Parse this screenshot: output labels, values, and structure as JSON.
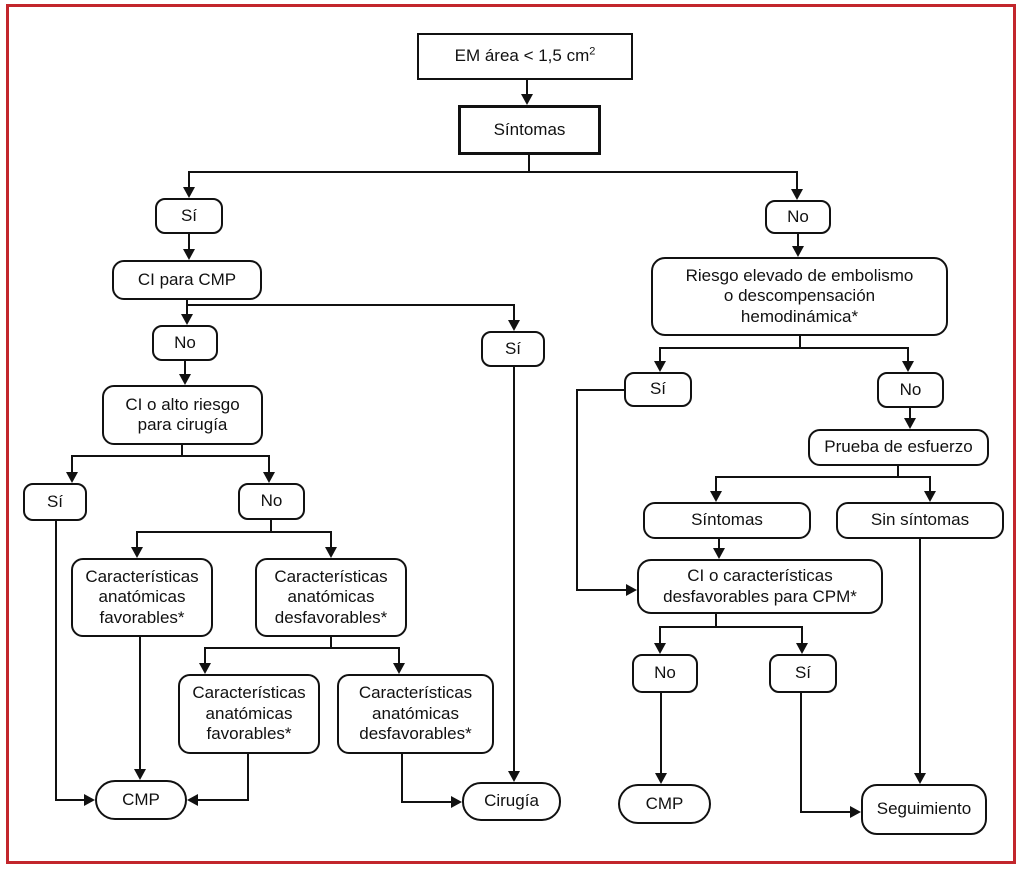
{
  "figure": {
    "border_color": "#c2262c",
    "background": "#ffffff",
    "line_color": "#111111"
  },
  "flowchart": {
    "nodes": {
      "em_area": {
        "label": "EM área < 1,5 cm",
        "sup": "2"
      },
      "sintomas_top": {
        "label": "Síntomas"
      },
      "si_l1": {
        "label": "Sí"
      },
      "ci_para_cmp": {
        "label": "CI para CMP"
      },
      "no_l1": {
        "label": "No"
      },
      "ci_alto": {
        "lines": [
          "CI o alto riesgo",
          "para cirugía"
        ]
      },
      "si_l2": {
        "label": "Sí"
      },
      "no_l2": {
        "label": "No"
      },
      "fav1": {
        "lines": [
          "Características",
          "anatómicas",
          "favorables*"
        ]
      },
      "desfav1": {
        "lines": [
          "Características",
          "anatómicas",
          "desfavorables*"
        ]
      },
      "fav2": {
        "lines": [
          "Características",
          "anatómicas",
          "favorables*"
        ]
      },
      "desfav2": {
        "lines": [
          "Características",
          "anatómicas",
          "desfavorables*"
        ]
      },
      "cmp1": {
        "label": "CMP"
      },
      "cirugia": {
        "label": "Cirugía"
      },
      "si_mid": {
        "label": "Sí"
      },
      "no_r1": {
        "label": "No"
      },
      "riesgo": {
        "lines": [
          "Riesgo elevado de embolismo",
          "o descompensación",
          "hemodinámica*"
        ]
      },
      "si_r1": {
        "label": "Sí"
      },
      "no_r2": {
        "label": "No"
      },
      "prueba": {
        "label": "Prueba de esfuerzo"
      },
      "sintomas_r": {
        "label": "Síntomas"
      },
      "sin_sintomas": {
        "label": "Sin síntomas"
      },
      "cpm_box": {
        "lines": [
          "CI o características",
          "desfavorables para CPM*"
        ]
      },
      "no_r3": {
        "label": "No"
      },
      "si_r2": {
        "label": "Sí"
      },
      "cmp2": {
        "label": "CMP"
      },
      "seguimiento": {
        "label": "Seguimiento"
      }
    },
    "edges": [
      {
        "from": "em_area",
        "to": "sintomas_top"
      },
      {
        "from": "sintomas_top",
        "to": "si_l1"
      },
      {
        "from": "sintomas_top",
        "to": "no_r1"
      },
      {
        "from": "si_l1",
        "to": "ci_para_cmp"
      },
      {
        "from": "ci_para_cmp",
        "to": "no_l1"
      },
      {
        "from": "ci_para_cmp",
        "to": "si_mid"
      },
      {
        "from": "no_l1",
        "to": "ci_alto"
      },
      {
        "from": "ci_alto",
        "to": "si_l2"
      },
      {
        "from": "ci_alto",
        "to": "no_l2"
      },
      {
        "from": "si_l2",
        "to": "cmp1"
      },
      {
        "from": "no_l2",
        "to": "fav1"
      },
      {
        "from": "no_l2",
        "to": "desfav1"
      },
      {
        "from": "fav1",
        "to": "cmp1"
      },
      {
        "from": "desfav1",
        "to": "fav2"
      },
      {
        "from": "desfav1",
        "to": "desfav2"
      },
      {
        "from": "fav2",
        "to": "cmp1"
      },
      {
        "from": "desfav2",
        "to": "cirugia"
      },
      {
        "from": "si_mid",
        "to": "cirugia"
      },
      {
        "from": "no_r1",
        "to": "riesgo"
      },
      {
        "from": "riesgo",
        "to": "si_r1"
      },
      {
        "from": "riesgo",
        "to": "no_r2"
      },
      {
        "from": "si_r1",
        "to": "cpm_box"
      },
      {
        "from": "no_r2",
        "to": "prueba"
      },
      {
        "from": "prueba",
        "to": "sintomas_r"
      },
      {
        "from": "prueba",
        "to": "sin_sintomas"
      },
      {
        "from": "sintomas_r",
        "to": "cpm_box"
      },
      {
        "from": "cpm_box",
        "to": "no_r3"
      },
      {
        "from": "cpm_box",
        "to": "si_r2"
      },
      {
        "from": "no_r3",
        "to": "cmp2"
      },
      {
        "from": "si_r2",
        "to": "seguimiento"
      },
      {
        "from": "sin_sintomas",
        "to": "seguimiento"
      }
    ]
  }
}
